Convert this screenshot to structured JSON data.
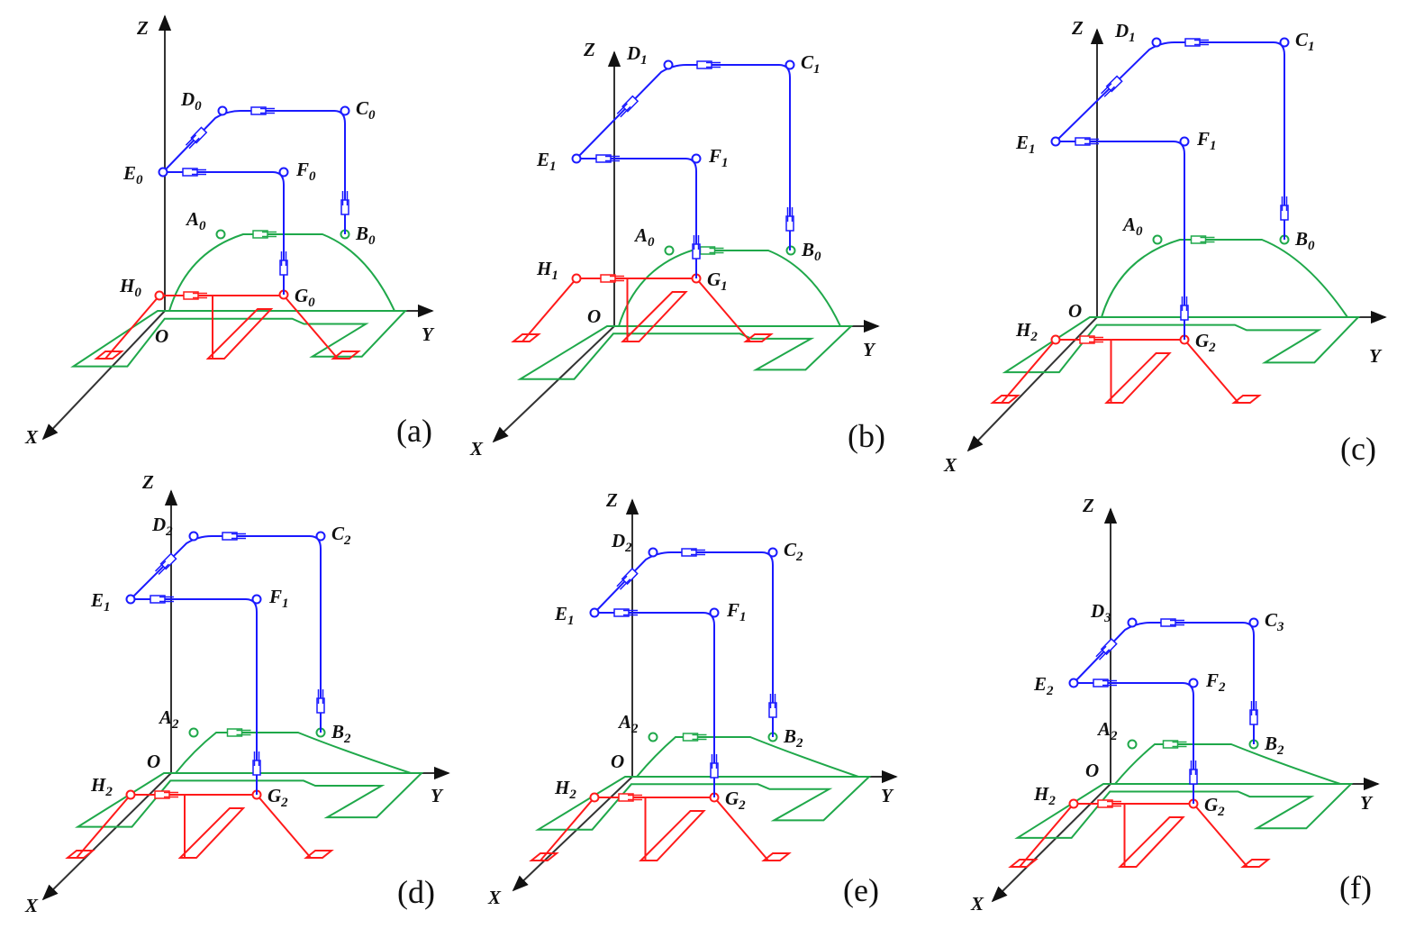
{
  "figure": {
    "description": "Six-panel kinematic diagram of a reconfigurable legged mechanism in an XYZ frame",
    "colors": {
      "upper_chain": "#1a1aff",
      "middle_chain": "#1fa84a",
      "lower_chain": "#ff1a1a",
      "axis": "#333333"
    },
    "axes": {
      "x": "X",
      "y": "Y",
      "z": "Z",
      "origin": "O"
    },
    "panels": [
      {
        "caption": "(a)",
        "labels": {
          "A": "A0",
          "B": "B0",
          "C": "C0",
          "D": "D0",
          "E": "E0",
          "F": "F0",
          "G": "G0",
          "H": "H0"
        }
      },
      {
        "caption": "(b)",
        "labels": {
          "A": "A0",
          "B": "B0",
          "C": "C1",
          "D": "D1",
          "E": "E1",
          "F": "F1",
          "G": "G1",
          "H": "H1"
        }
      },
      {
        "caption": "(c)",
        "labels": {
          "A": "A0",
          "B": "B0",
          "C": "C1",
          "D": "D1",
          "E": "E1",
          "F": "F1",
          "G": "G2",
          "H": "H2"
        }
      },
      {
        "caption": "(d)",
        "labels": {
          "A": "A2",
          "B": "B2",
          "C": "C2",
          "D": "D2",
          "E": "E1",
          "F": "F1",
          "G": "G2",
          "H": "H2"
        }
      },
      {
        "caption": "(e)",
        "labels": {
          "A": "A2",
          "B": "B2",
          "C": "C2",
          "D": "D2",
          "E": "E1",
          "F": "F1",
          "G": "G2",
          "H": "H2"
        }
      },
      {
        "caption": "(f)",
        "labels": {
          "A": "A2",
          "B": "B2",
          "C": "C3",
          "D": "D3",
          "E": "E2",
          "F": "F2",
          "G": "G2",
          "H": "H2"
        }
      }
    ]
  }
}
